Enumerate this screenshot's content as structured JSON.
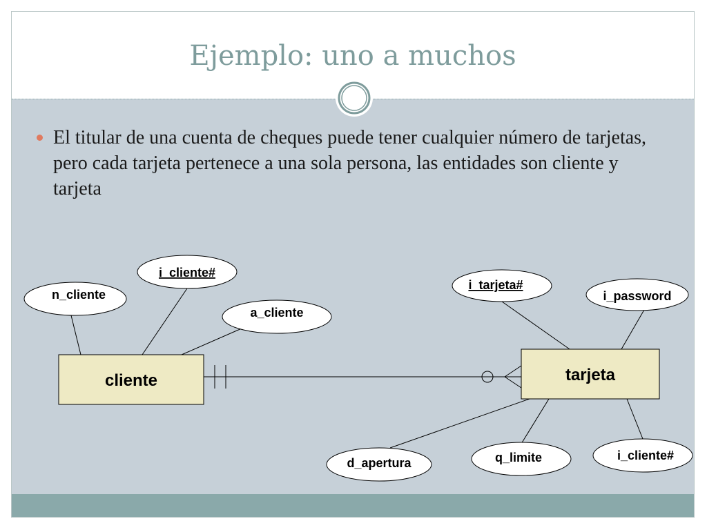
{
  "slide": {
    "title": "Ejemplo: uno a muchos",
    "bullet": "El titular de una cuenta de cheques puede tener cualquier número de tarjetas, pero cada tarjeta pertenece a una sola persona, las entidades son cliente y tarjeta"
  },
  "diagram": {
    "entities": {
      "cliente": "cliente",
      "tarjeta": "tarjeta"
    },
    "cliente_attributes": {
      "n_cliente": "n_cliente",
      "i_cliente_key": "i_cliente#",
      "a_cliente": "a_cliente"
    },
    "tarjeta_attributes": {
      "i_tarjeta_key": "i_tarjeta#",
      "i_password": "i_password",
      "d_apertura": "d_apertura",
      "q_limite": "q_limite",
      "i_cliente_fk": "i_cliente#"
    },
    "relationship": {
      "cliente_side": "one-and-only-one",
      "tarjeta_side": "zero-or-many"
    }
  },
  "colors": {
    "title": "#7e9c9c",
    "background": "#c6d0d8",
    "entity_fill": "#eeeac4",
    "bullet": "#e07a5f",
    "footer": "#8aa9aa"
  }
}
